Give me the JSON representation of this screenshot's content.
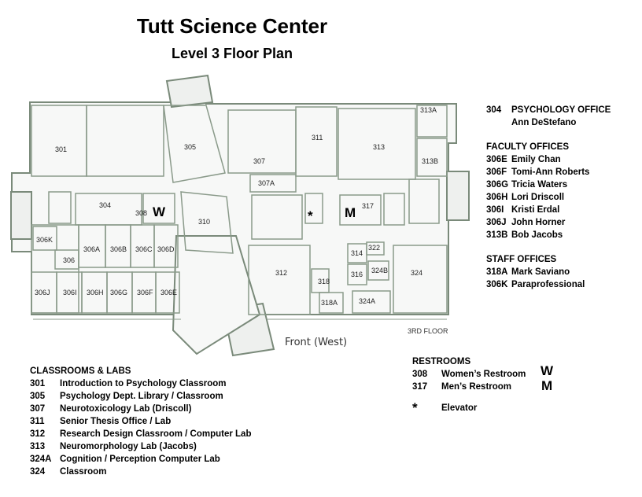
{
  "header": {
    "title": "Tutt Science Center",
    "subtitle": "Level 3 Floor Plan"
  },
  "map": {
    "front_label": "Front (West)",
    "floor_label": "3RD FLOOR",
    "symbols": {
      "women": "W",
      "men": "M",
      "elevator": "*"
    },
    "rooms": [
      "301",
      "305",
      "307",
      "307A",
      "311",
      "313",
      "313A",
      "313B",
      "304",
      "308",
      "310",
      "317",
      "306K",
      "306",
      "306A",
      "306B",
      "306C",
      "306D",
      "306J",
      "306I",
      "306H",
      "306G",
      "306F",
      "306E",
      "312",
      "314",
      "316",
      "318",
      "318A",
      "322",
      "324B",
      "324A",
      "324"
    ],
    "colors": {
      "wall": "#7a8a7a",
      "fill": "#f5f7f5"
    }
  },
  "psych_office": {
    "code": "304",
    "label": "PSYCHOLOGY OFFICE",
    "name": "Ann DeStefano"
  },
  "faculty": {
    "heading": "FACULTY OFFICES",
    "items": [
      {
        "code": "306E",
        "name": "Emily Chan"
      },
      {
        "code": "306F",
        "name": "Tomi-Ann Roberts"
      },
      {
        "code": "306G",
        "name": "Tricia Waters"
      },
      {
        "code": "306H",
        "name": "Lori Driscoll"
      },
      {
        "code": "306I",
        "name": "Kristi Erdal"
      },
      {
        "code": "306J",
        "name": "John Horner"
      },
      {
        "code": "313B",
        "name": "Bob Jacobs"
      }
    ]
  },
  "staff": {
    "heading": "STAFF OFFICES",
    "items": [
      {
        "code": "318A",
        "name": "Mark Saviano"
      },
      {
        "code": "306K",
        "name": "Paraprofessional"
      }
    ]
  },
  "classrooms": {
    "heading": "CLASSROOMS & LABS",
    "items": [
      {
        "code": "301",
        "name": "Introduction to Psychology Classroom"
      },
      {
        "code": "305",
        "name": "Psychology Dept. Library / Classroom"
      },
      {
        "code": "307",
        "name": "Neurotoxicology Lab (Driscoll)"
      },
      {
        "code": "311",
        "name": "Senior Thesis Office / Lab"
      },
      {
        "code": "312",
        "name": "Research Design Classroom / Computer Lab"
      },
      {
        "code": "313",
        "name": "Neuromorphology Lab (Jacobs)"
      },
      {
        "code": "324A",
        "name": "Cognition  / Perception Computer Lab"
      },
      {
        "code": "324",
        "name": "Classroom"
      }
    ]
  },
  "restrooms": {
    "heading": "RESTROOMS",
    "items": [
      {
        "code": "308",
        "name": "Women’s Restroom",
        "symbol": "W"
      },
      {
        "code": "317",
        "name": "Men’s Restroom",
        "symbol": "M"
      }
    ],
    "elevator": {
      "symbol": "*",
      "name": "Elevator"
    }
  }
}
